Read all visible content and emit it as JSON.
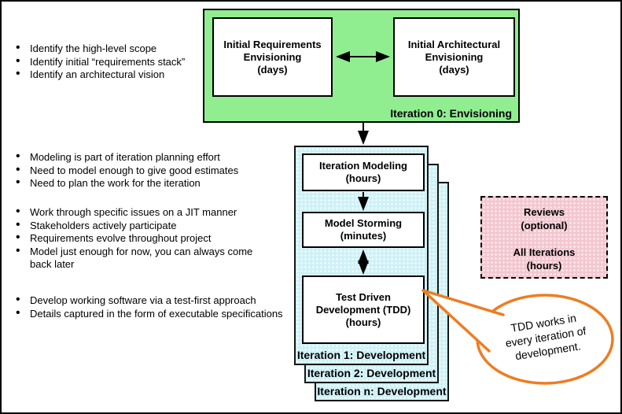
{
  "bullets": [
    {
      "items": [
        "Identify the high-level scope",
        "Identify initial “requirements stack”",
        "Identify an architectural vision"
      ]
    },
    {
      "items": [
        "Modeling is part of iteration planning effort",
        "Need to model enough to give good estimates",
        "Need to plan the work for the iteration"
      ]
    },
    {
      "items": [
        "Work through specific issues on a JIT manner",
        "Stakeholders actively participate",
        "Requirements evolve throughout project",
        "Model just enough for now, you can always come back later"
      ]
    },
    {
      "items": [
        "Develop working software via a test-first approach",
        "Details captured in the form of executable specifications"
      ]
    }
  ],
  "envisioning": {
    "label": "Iteration 0: Envisioning",
    "left_box": [
      "Initial Requirements",
      "Envisioning",
      "(days)"
    ],
    "right_box": [
      "Initial Architectural",
      "Envisioning",
      "(days)"
    ]
  },
  "development": {
    "panel_labels": [
      "Iteration 1: Development",
      "Iteration 2: Development",
      "Iteration n: Development"
    ],
    "iteration_modeling": [
      "Iteration Modeling",
      "(hours)"
    ],
    "model_storming": [
      "Model Storming",
      "(minutes)"
    ],
    "tdd": [
      "Test Driven",
      "Development (TDD)",
      "(hours)"
    ]
  },
  "reviews": {
    "lines": [
      "Reviews",
      "(optional)",
      "",
      "All Iterations",
      "(hours)"
    ]
  },
  "callout": {
    "lines": [
      "TDD works in",
      "every iteration of",
      "development."
    ]
  },
  "colors": {
    "envisioning_green": "#90ee90",
    "development_cyan": "#cdf1f7",
    "reviews_pink": "#f4c6d0",
    "callout_orange": "#ed7d22",
    "line_black": "#000000"
  }
}
